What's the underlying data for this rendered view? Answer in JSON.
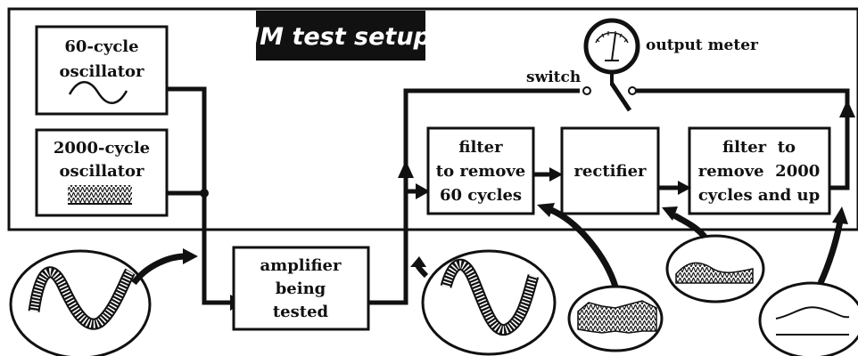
{
  "title": "IM test setup",
  "blocks": {
    "osc60": [
      "60-cycle",
      "oscillator"
    ],
    "osc2000": [
      "2000-cycle",
      "oscillator"
    ],
    "amplifier": [
      "amplifier",
      "being",
      "tested"
    ],
    "filter60": [
      "filter",
      "to remove",
      "60 cycles"
    ],
    "rectifier": [
      "rectifier"
    ],
    "filter2000": [
      "filter  to",
      "remove  2000",
      "cycles and up"
    ]
  },
  "labels": {
    "switch": "switch",
    "output_meter": "output meter"
  }
}
